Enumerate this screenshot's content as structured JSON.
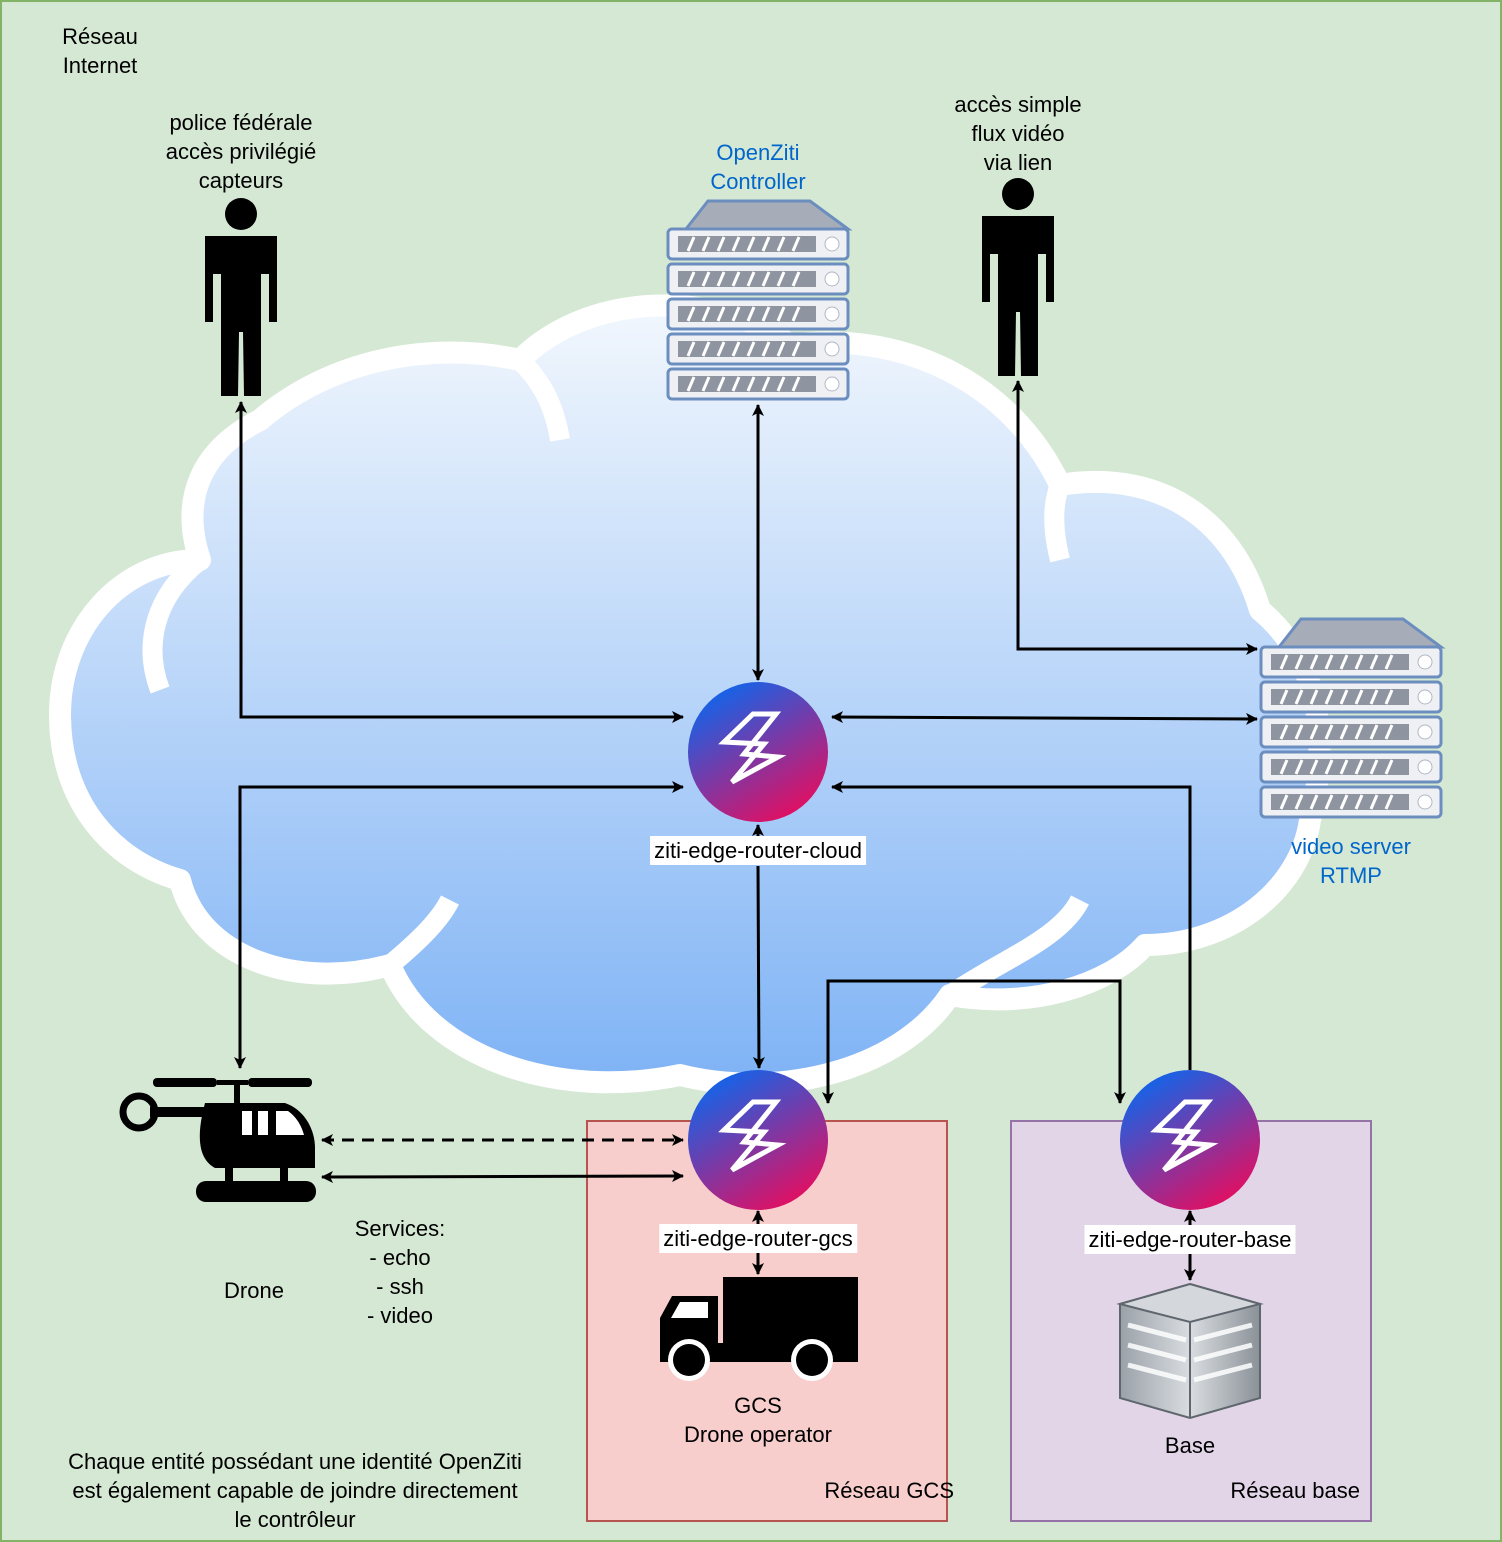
{
  "network_label": "Réseau\nInternet",
  "police": {
    "label": "police fédérale\naccès privilégié\ncapteurs"
  },
  "controller": {
    "label": "OpenZiti\nController"
  },
  "viewer": {
    "label": "accès simple\nflux vidéo\nvia lien"
  },
  "video_server": {
    "label": "video server\nRTMP"
  },
  "routers": {
    "cloud": "ziti-edge-router-cloud",
    "gcs": "ziti-edge-router-gcs",
    "base": "ziti-edge-router-base"
  },
  "drone": {
    "label": "Drone"
  },
  "services": {
    "label": "Services:\n- echo\n- ssh\n- video"
  },
  "gcs": {
    "label": "GCS\nDrone operator",
    "network": "Réseau GCS"
  },
  "base": {
    "label": "Base",
    "network": "Réseau base"
  },
  "note": "Chaque entité possédant une identité OpenZiti\nest également capable de joindre directement\nle contrôleur",
  "colors": {
    "background": "#d5e8d4",
    "background_border": "#82b366",
    "gcs_zone": "#f8cecc",
    "gcs_zone_border": "#b85450",
    "base_zone": "#e1d5e7",
    "base_zone_border": "#9673a6",
    "accent_text": "#0066cc",
    "ziti_gradient_start": "#0868f0",
    "ziti_gradient_end": "#ee0a5a"
  }
}
